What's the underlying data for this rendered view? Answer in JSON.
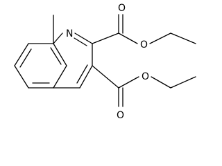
{
  "molecule": {
    "atoms": {
      "ring_nitrogen": "N",
      "ester_upper_carbonyl_oxygen": "O",
      "ester_upper_ether_oxygen": "O",
      "ester_lower_ether_oxygen": "O",
      "ester_lower_carbonyl_oxygen": "O"
    }
  }
}
